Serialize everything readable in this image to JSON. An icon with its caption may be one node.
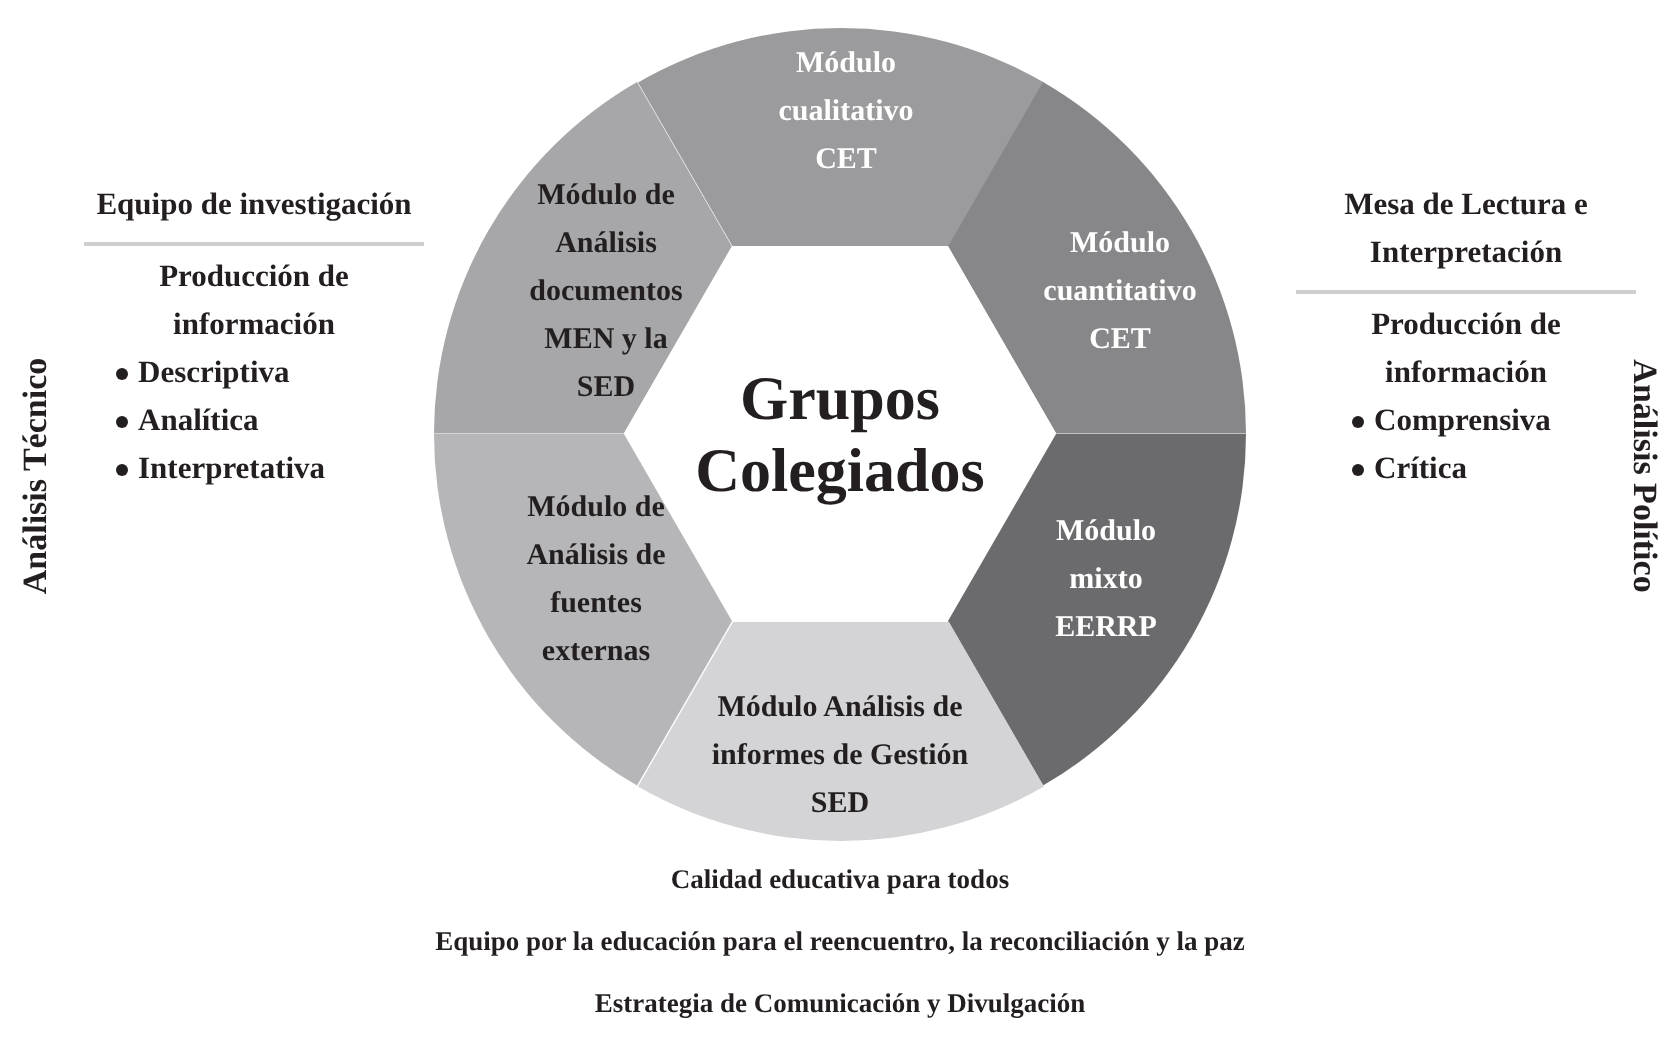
{
  "diagram": {
    "nodes": [
      {
        "text": [
          "Módulo cualitativo CET"
        ]
      },
      {
        "text": [
          "Módulo de Análisis documentos MEN y la SED"
        ]
      },
      {
        "text": [
          "Módulo cuantitativo CET"
        ]
      },
      {
        "text": [
          "Grupos Colegiados"
        ]
      },
      {
        "text": [
          "Módulo de Análisis de fuentes externas"
        ]
      },
      {
        "text": [
          "Módulo mixto EERRP"
        ]
      },
      {
        "text": [
          "Módulo Análisis de informes de Gestión SED"
        ]
      }
    ],
    "labels": [
      "Equipo de investigación",
      "Mesa de Lectura e Interpretación",
      "Producción de información",
      "Producción de información",
      "Descriptiva",
      "Comprensiva",
      "Analítica",
      "Crítica",
      "Interpretativa",
      "Análisis Técnico",
      "Análisis Político",
      "Calidad educativa para todos",
      "Equipo por la educación para el reencuentro, la reconciliación y la paz",
      "Estrategia de Comunicación y Divulgación"
    ]
  }
}
